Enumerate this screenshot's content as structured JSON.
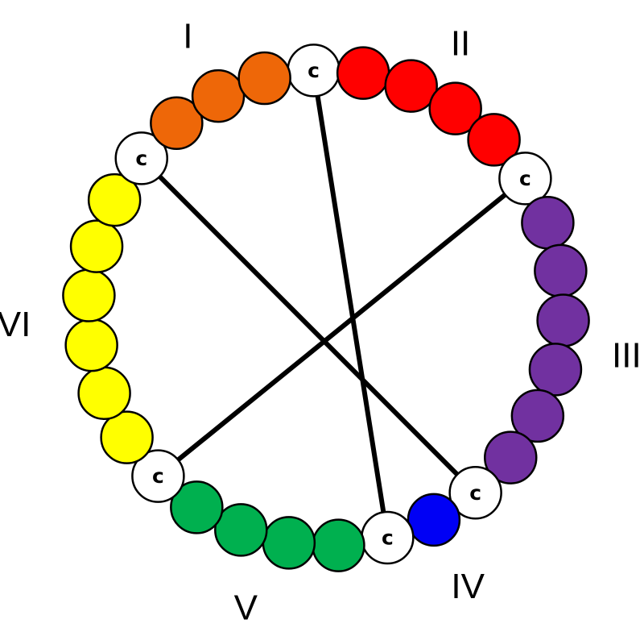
{
  "colors": {
    "I": "#ee6708",
    "II": "#ff0000",
    "III": "#7131a0",
    "IV": "#0000f5",
    "V": "#00b04f",
    "VI": "#ffff00",
    "connector": "#ffffff"
  },
  "connector_label": "c",
  "segments": [
    {
      "id": "I",
      "label": "I",
      "bead_count": 3
    },
    {
      "id": "II",
      "label": "II",
      "bead_count": 4
    },
    {
      "id": "III",
      "label": "III",
      "bead_count": 6
    },
    {
      "id": "IV",
      "label": "IV",
      "bead_count": 1
    },
    {
      "id": "V",
      "label": "V",
      "bead_count": 4
    },
    {
      "id": "VI",
      "label": "VI",
      "bead_count": 6
    }
  ],
  "ring_order": [
    "c",
    "II",
    "II",
    "II",
    "II",
    "c",
    "III",
    "III",
    "III",
    "III",
    "III",
    "III",
    "c",
    "IV",
    "c",
    "V",
    "V",
    "V",
    "V",
    "c",
    "VI",
    "VI",
    "VI",
    "VI",
    "VI",
    "VI",
    "c",
    "I",
    "I",
    "I"
  ],
  "links": [
    {
      "from": "c1",
      "to": "c4"
    },
    {
      "from": "c2",
      "to": "c5"
    },
    {
      "from": "c6",
      "to": "c3"
    }
  ]
}
